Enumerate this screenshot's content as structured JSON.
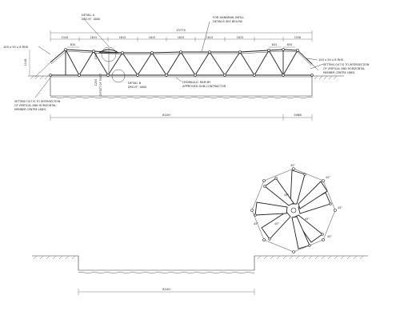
{
  "top_view": {
    "detail_a": [
      "DETAIL A",
      "DRG N°. 0000"
    ],
    "detail_b": [
      "DETAIL B",
      "DRG N°. 0000"
    ],
    "handrail_note": [
      "FOR HANDRAIL INFILL",
      "DETAILS SEE BELOW"
    ],
    "ram_note": [
      "HYDRAULIC RAM BY",
      "APPROVED SUB-CONTRACTOR"
    ],
    "left_member": "100 x 50 x 8 RHS",
    "right_member": "100 x 50 x 8 RHS",
    "left_setout": [
      "SETTING OUT IS TO INTERSECTION",
      "OF VERTICAL AND HORIZONTAL",
      "MEMBER CENTRE LINES."
    ],
    "right_setout": [
      "SETTING OUT IS TO INTERSECTION",
      "OF VERTICAL AND HORIZONTAL",
      "MEMBER CENTRE LINES."
    ],
    "overall_length": "13770",
    "bay_widths": [
      "1520",
      "1615",
      "1615",
      "1615",
      "1615",
      "1615",
      "1615",
      "1530"
    ],
    "small_dims": [
      "634",
      "634",
      "634"
    ],
    "height_dim": "1118",
    "secondary_height": "1003",
    "pivot_offset": "1205",
    "pivot_label": "OFFSET OF PIVOT",
    "span": "8100",
    "right_span": "3068"
  },
  "bottom_view": {
    "span": "8100",
    "angles": [
      "45°",
      "45°",
      "45°",
      "45°",
      "45°",
      "45°",
      "45°",
      "45°"
    ]
  }
}
